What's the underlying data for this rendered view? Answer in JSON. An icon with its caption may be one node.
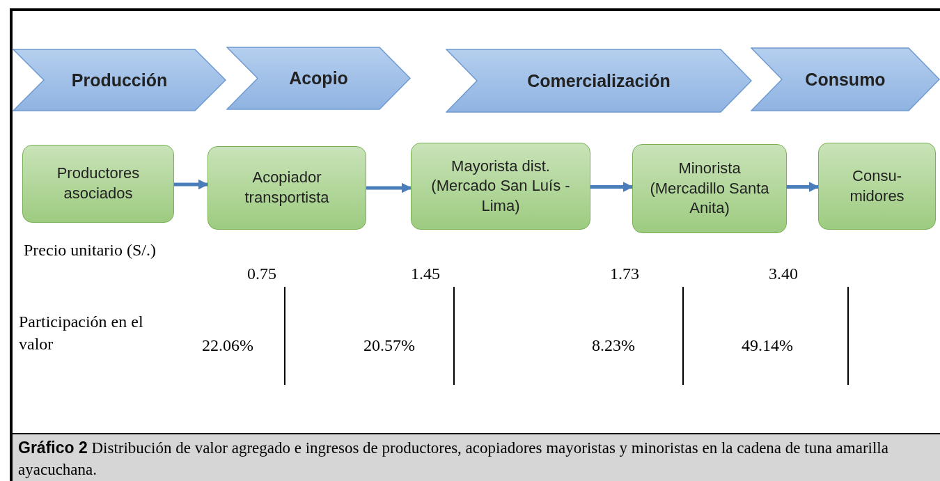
{
  "diagram": {
    "caption": "**Gráfico 2** Distribución de valor agregado e ingresos de productores, acopiadores mayoristas y minoristas  en la cadena de tuna amarilla ayacuchana.",
    "nodes": [
      {
        "text": [
          "Producción"
        ]
      },
      {
        "text": [
          "Acopio"
        ]
      },
      {
        "text": [
          "Comercialización"
        ]
      },
      {
        "text": [
          "Consumo"
        ]
      },
      {
        "text": [
          "Productores asociados"
        ]
      },
      {
        "text": [
          "Acopiador transportista"
        ]
      },
      {
        "text": [
          "Mayorista dist. (Mercado San Luís - Lima)"
        ]
      },
      {
        "text": [
          "Minorista (Mercadillo Santa Anita)"
        ]
      },
      {
        "text": [
          "Consu- midores"
        ]
      }
    ],
    "edges": [
      {
        "from": 4,
        "to": 5,
        "arrow": "to"
      },
      {
        "from": 5,
        "to": 6,
        "arrow": "to"
      },
      {
        "from": 6,
        "to": 7,
        "arrow": "to"
      },
      {
        "from": 7,
        "to": 8,
        "arrow": "to"
      }
    ],
    "labels": [
      "Precio unitario  (S/.)",
      "0.75",
      "1.45",
      "1.73",
      "3.40",
      "Participación en el valor",
      "22.06%",
      "20.57%",
      "8.23%",
      "49.14%"
    ]
  }
}
